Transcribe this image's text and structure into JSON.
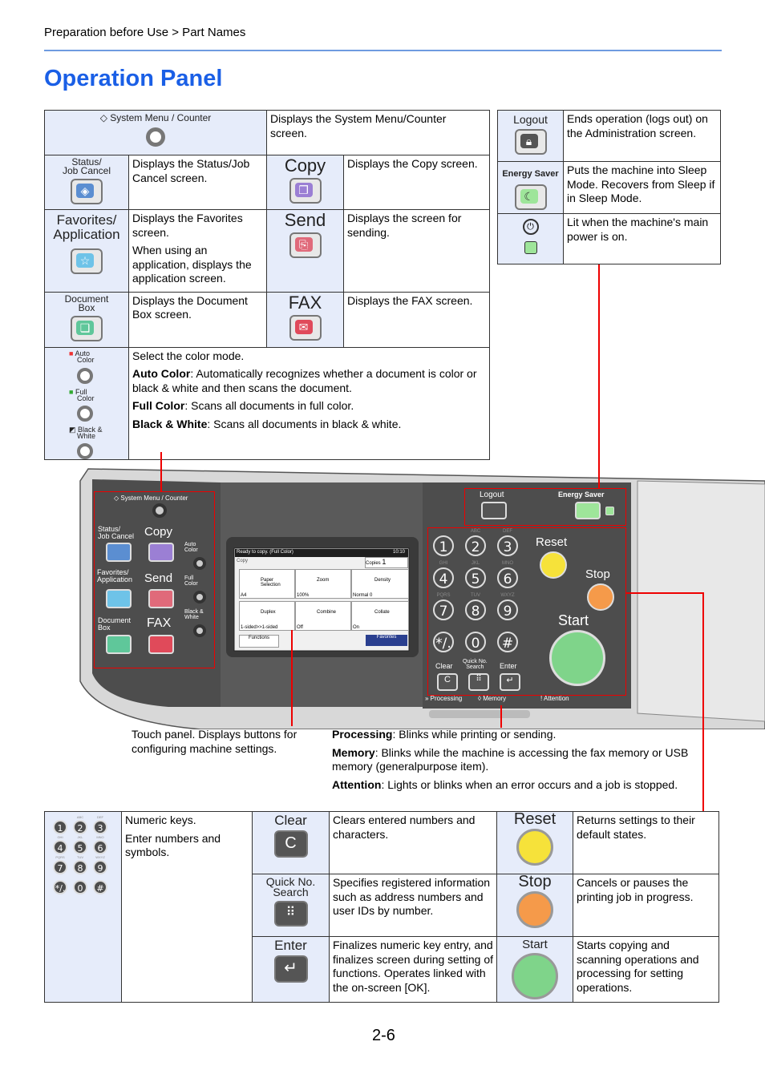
{
  "header": {
    "breadcrumb": "Preparation before Use > Part Names"
  },
  "page_title": "Operation Panel",
  "top_table": {
    "system_menu": {
      "label": "System Menu / Counter",
      "desc": "Displays the System Menu/Counter screen."
    },
    "status": {
      "label_line1": "Status/",
      "label_line2": "Job Cancel",
      "desc": "Displays the Status/Job Cancel screen."
    },
    "copy": {
      "label": "Copy",
      "desc": "Displays the Copy screen."
    },
    "favorites": {
      "label_line1": "Favorites/",
      "label_line2": "Application",
      "desc1": "Displays the Favorites screen.",
      "desc2": "When using an application, displays the application screen."
    },
    "send": {
      "label": "Send",
      "desc": "Displays the screen for sending."
    },
    "document_box": {
      "label_line1": "Document",
      "label_line2": "Box",
      "desc": "Displays the Document Box screen."
    },
    "fax": {
      "label": "FAX",
      "desc": "Displays the FAX screen."
    },
    "color": {
      "auto_label_1": "Auto",
      "auto_label_2": "Color",
      "full_label_1": "Full",
      "full_label_2": "Color",
      "bw_label_1": "Black &",
      "bw_label_2": "White",
      "intro": "Select the color mode.",
      "auto_term": "Auto Color",
      "auto_desc": ": Automatically recognizes whether a document is color or black & white and then scans the document.",
      "full_term": "Full Color",
      "full_desc": ": Scans all documents in full color.",
      "bw_term": "Black & White",
      "bw_desc": ": Scans all documents in black & white."
    }
  },
  "right_table": {
    "logout": {
      "label": "Logout",
      "desc": "Ends operation (logs out) on the Administration screen."
    },
    "energy_saver": {
      "label": "Energy Saver",
      "desc": "Puts the machine into Sleep Mode. Recovers from Sleep if in Sleep Mode."
    },
    "main_power": {
      "desc": "Lit when the machine's main power is on."
    }
  },
  "panel": {
    "system_menu": "System Menu / Counter",
    "status_1": "Status/",
    "status_2": "Job Cancel",
    "copy": "Copy",
    "send": "Send",
    "fax": "FAX",
    "favorites_1": "Favorites/",
    "favorites_2": "Application",
    "docbox_1": "Document",
    "docbox_2": "Box",
    "auto_1": "Auto",
    "auto_2": "Color",
    "full_1": "Full",
    "full_2": "Color",
    "bw_1": "Black &",
    "bw_2": "White",
    "logout": "Logout",
    "energy_saver": "Energy Saver",
    "reset": "Reset",
    "stop": "Stop",
    "start": "Start",
    "clear": "Clear",
    "quick_1": "Quick No.",
    "quick_2": "Search",
    "enter": "Enter",
    "processing": "Processing",
    "memory": "Memory",
    "attention": "Attention",
    "screen": {
      "status": "Ready to copy. (Full Color)",
      "time": "10:10",
      "tab": "Copy",
      "copies_label": "Copies",
      "copies": "1",
      "paper": "Paper Selection",
      "paper_val": "A4",
      "zoom": "Zoom",
      "zoom_val": "100%",
      "density": "Density",
      "density_val": "Normal 0",
      "duplex": "Duplex",
      "duplex_val": "1-sided>>1-sided",
      "combine": "Combine",
      "combine_val": "Off",
      "collate": "Collate",
      "collate_val": "On",
      "functions": "Functions",
      "favorites": "Favorites"
    },
    "keys": [
      {
        "num": "1",
        "sub": ""
      },
      {
        "num": "2",
        "sub": "ABC"
      },
      {
        "num": "3",
        "sub": "DEF"
      },
      {
        "num": "4",
        "sub": "GHI"
      },
      {
        "num": "5",
        "sub": "JKL"
      },
      {
        "num": "6",
        "sub": "MNO"
      },
      {
        "num": "7",
        "sub": "PQRS"
      },
      {
        "num": "8",
        "sub": "TUV"
      },
      {
        "num": "9",
        "sub": "WXYZ"
      },
      {
        "num": "*/.",
        "sub": ""
      },
      {
        "num": "0",
        "sub": ""
      },
      {
        "num": "#",
        "sub": ""
      }
    ]
  },
  "callouts": {
    "touch_panel": "Touch panel. Displays buttons for configuring machine settings.",
    "processing_term": "Processing",
    "processing_desc": ": Blinks while printing or sending.",
    "memory_term": "Memory",
    "memory_desc": ": Blinks while the machine is accessing the fax memory or USB memory (generalpurpose item).",
    "attention_term": "Attention",
    "attention_desc": ": Lights or blinks when an error occurs and a job is stopped."
  },
  "bottom_table": {
    "numeric": {
      "desc1": "Numeric keys.",
      "desc2": "Enter numbers and symbols."
    },
    "clear": {
      "label": "Clear",
      "desc": "Clears entered numbers and characters."
    },
    "quick": {
      "label_1": "Quick No.",
      "label_2": "Search",
      "desc": "Specifies registered information such as address numbers and user IDs by number."
    },
    "enter": {
      "label": "Enter",
      "desc": "Finalizes numeric key entry, and finalizes screen during setting of functions. Operates linked with the on-screen [OK]."
    },
    "reset": {
      "label": "Reset",
      "desc": "Returns settings to their default states."
    },
    "stop": {
      "label": "Stop",
      "desc": "Cancels or pauses the printing job in progress."
    },
    "start": {
      "label": "Start",
      "desc": "Starts copying and scanning operations and processing for setting operations."
    }
  },
  "page_number": "2-6",
  "colors": {
    "accent": "#1a5fe6",
    "icon_bg": "#e6ecfa",
    "callout": "#e00000",
    "panel": "#4d4d4d",
    "start": "#7fd48a",
    "reset": "#f6e23a",
    "stop": "#f59a4a"
  }
}
